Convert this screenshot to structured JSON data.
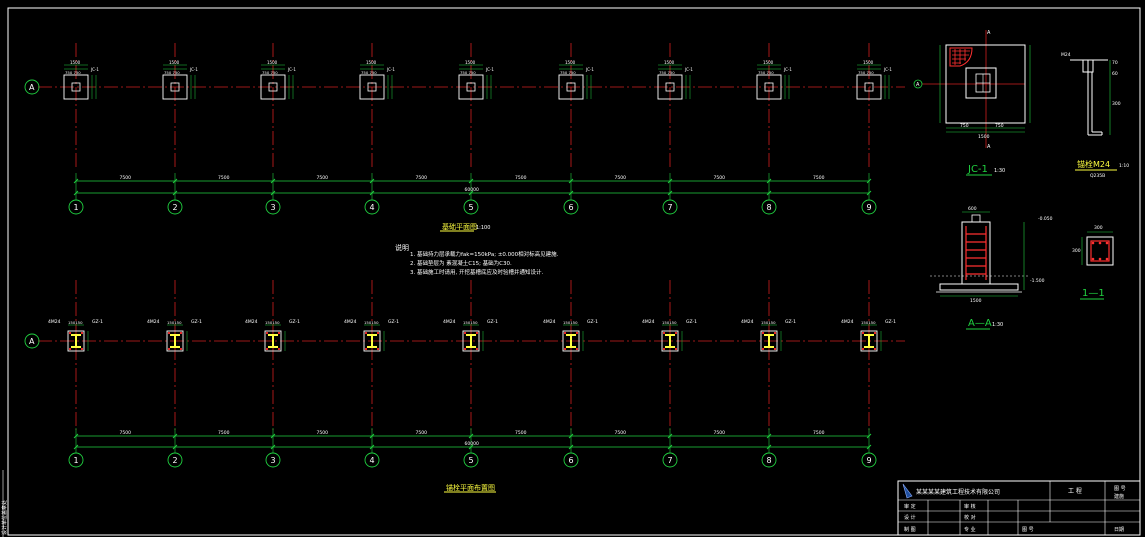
{
  "colors": {
    "background": "#000000",
    "axis": "#d02020",
    "dim": "#20d040",
    "column": "#ffffff",
    "tag": "#ffff40",
    "rebar": "#ff3030",
    "text": "#ffffff",
    "title_bg": "#2050a0"
  },
  "plan_top": {
    "row_axis": "A",
    "grid_labels": [
      "1",
      "2",
      "3",
      "4",
      "5",
      "6",
      "7",
      "8",
      "9"
    ],
    "span_dims": [
      "7500",
      "7500",
      "7500",
      "7500",
      "7500",
      "7500",
      "7500",
      "7500"
    ],
    "total_dim": "60000",
    "footing_tag": "JC-1",
    "footing_dims": [
      "1500",
      "750",
      "750"
    ],
    "title": "基础平面图",
    "scale": "1:100"
  },
  "notes": {
    "heading": "说明",
    "lines": [
      "1. 基础持力层承载力fak=150kPa; ±0.000相对标高见建施.",
      "2. 基础垫层为 素混凝土C15; 基础为C30.",
      "3. 基础施工时请用, 开挖基槽底应及时验槽并通知设计."
    ]
  },
  "plan_bottom": {
    "row_axis": "A",
    "grid_labels": [
      "1",
      "2",
      "3",
      "4",
      "5",
      "6",
      "7",
      "8",
      "9"
    ],
    "span_dims": [
      "7500",
      "7500",
      "7500",
      "7500",
      "7500",
      "7500",
      "7500",
      "7500"
    ],
    "total_dim": "60000",
    "bolt_tag": "4M24",
    "column_tag": "GZ-1",
    "plate_dims": [
      "150",
      "150"
    ],
    "title": "锚栓平面布置图"
  },
  "details": {
    "jc1_title": "JC-1",
    "jc1_scale": "1:30",
    "jc1_axis": "A",
    "jc1_dims": [
      "750",
      "750",
      "1500"
    ],
    "bolt_title": "锚栓M24",
    "bolt_scale": "1:10",
    "bolt_dims": [
      "70",
      "60",
      "300",
      "Q235B"
    ],
    "aa_title": "A—A",
    "aa_scale": "1:30",
    "aa_dims": [
      "600",
      "1500",
      "-0.050",
      "-1.500"
    ],
    "s11_title": "1—1",
    "s11_dims": [
      "300",
      "300"
    ]
  },
  "title_block": {
    "company": "某某某某建筑工程技术有限公司",
    "project_label": "工 程",
    "rows": [
      [
        "审 定",
        "",
        "审 核",
        ""
      ],
      [
        "设 计",
        "",
        "校 对",
        ""
      ],
      [
        "制 图",
        "",
        "专 业",
        ""
      ]
    ],
    "right_top": "图 号",
    "right_bottom": "建施",
    "footer_left": "图 号",
    "footer_right": "日期"
  },
  "side_stamp": "设计单位盖章处"
}
